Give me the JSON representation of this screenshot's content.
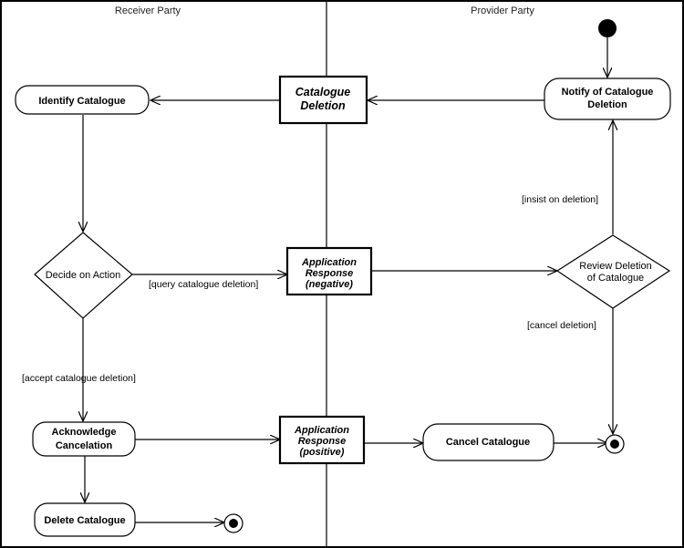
{
  "lanes": {
    "receiver": "Receiver Party",
    "provider": "Provider Party"
  },
  "activities": {
    "identify_catalogue": "Identify Catalogue",
    "notify_line1": "Notify of Catalogue",
    "notify_line2": "Deletion",
    "acknowledge_line1": "Acknowledge",
    "acknowledge_line2": "Cancelation",
    "delete_catalogue": "Delete Catalogue",
    "cancel_catalogue": "Cancel Catalogue"
  },
  "objects": {
    "catalogue_deletion_line1": "Catalogue",
    "catalogue_deletion_line2": "Deletion",
    "response_negative_line1": "Application",
    "response_negative_line2": "Response",
    "response_negative_line3": "(negative)",
    "response_positive_line1": "Application",
    "response_positive_line2": "Response",
    "response_positive_line3": "(positive)"
  },
  "decisions": {
    "decide_on_action": "Decide on Action",
    "review_line1": "Review Deletion",
    "review_line2": "of Catalogue"
  },
  "guards": {
    "query_deletion": "[query catalogue deletion]",
    "accept_deletion": "[accept catalogue deletion]",
    "insist_on_deletion": "[insist on deletion]",
    "cancel_deletion": "[cancel deletion]"
  }
}
